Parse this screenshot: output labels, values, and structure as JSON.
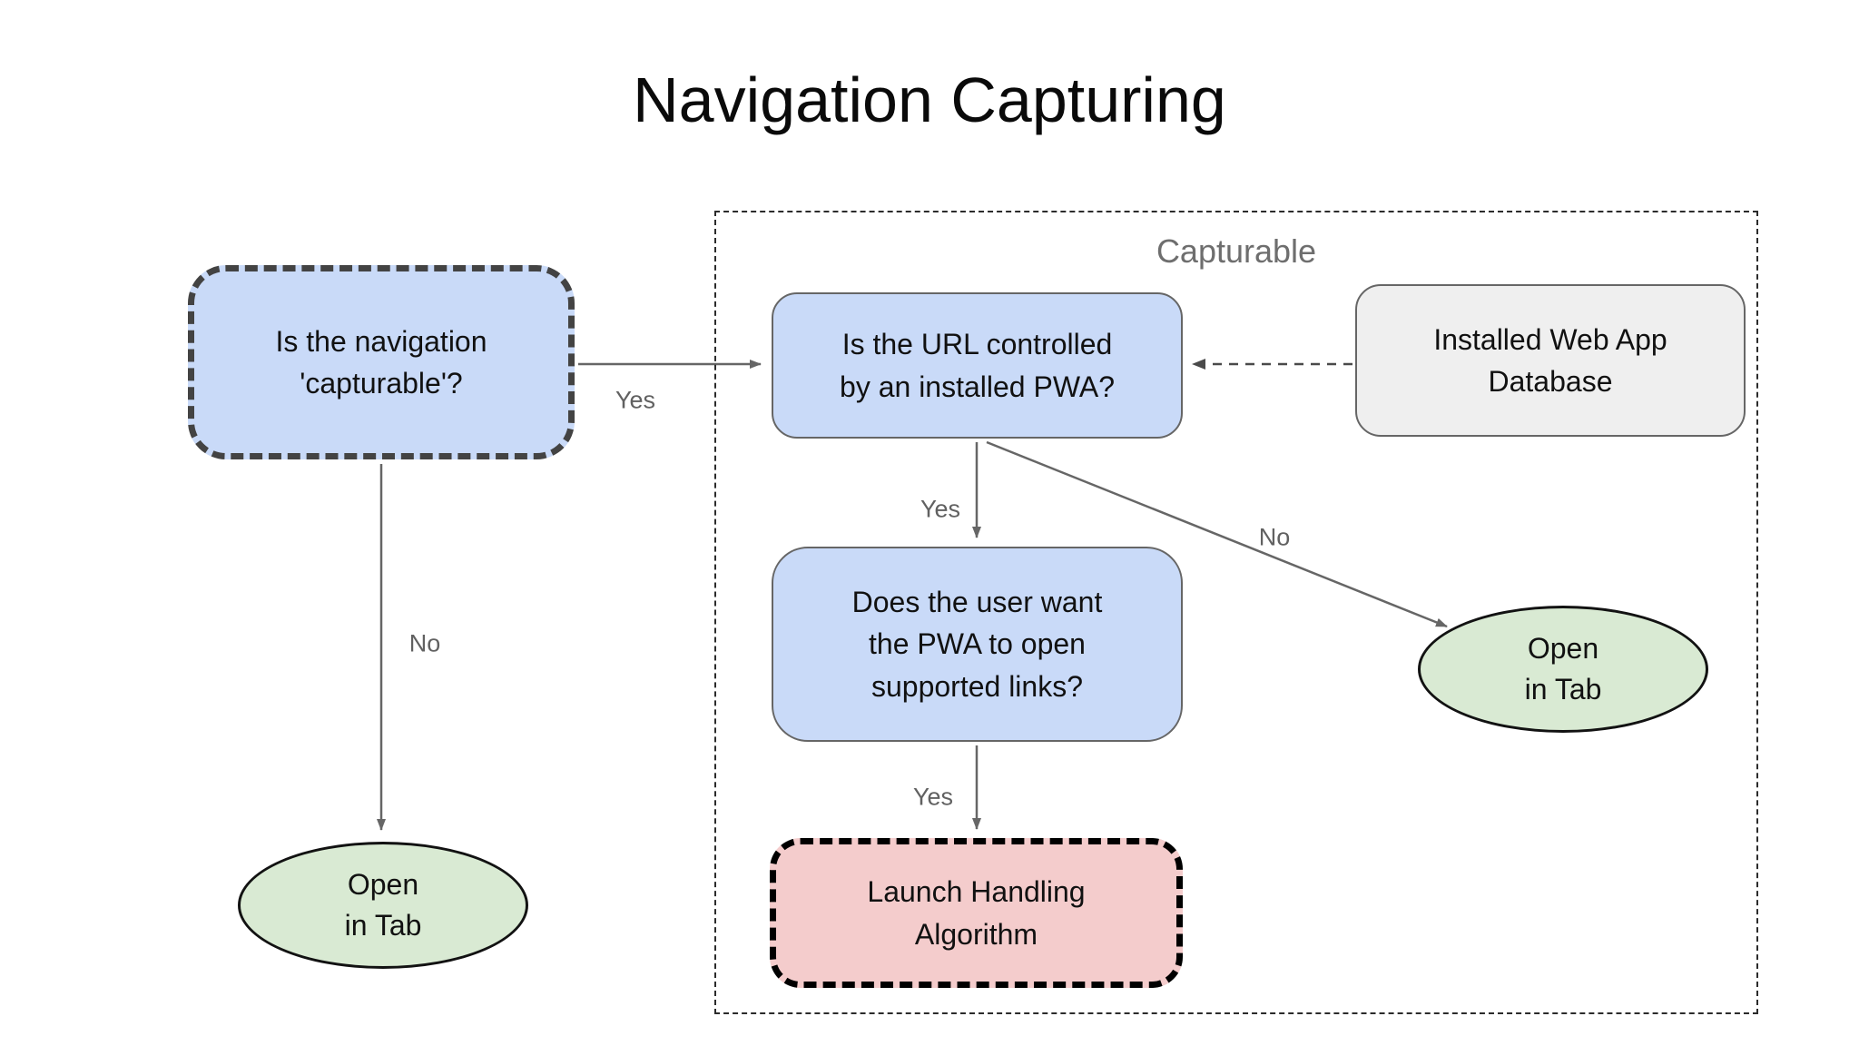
{
  "title": "Navigation Capturing",
  "capturable_group": {
    "label": "Capturable"
  },
  "nodes": {
    "capturable_question": "Is the navigation\n'capturable'?",
    "url_controlled_question": "Is the URL controlled\nby an installed PWA?",
    "installed_web_app_database": "Installed Web App\nDatabase",
    "user_want_question": "Does the user want\nthe PWA to open\nsupported links?",
    "launch_handling": "Launch Handling\nAlgorithm",
    "open_in_tab_left": "Open\nin Tab",
    "open_in_tab_right": "Open\nin Tab"
  },
  "edge_labels": {
    "capturable_yes": "Yes",
    "capturable_no": "No",
    "url_yes": "Yes",
    "url_no": "No",
    "user_want_yes": "Yes"
  },
  "colors": {
    "decision_fill": "#c9daf8",
    "database_fill": "#efefef",
    "terminal_fill": "#d9ead3",
    "action_fill": "#f4cccc",
    "dashed_box_border": "#434343",
    "solid_box_border": "#666666",
    "ellipse_border": "#121212",
    "arrow": "#666666",
    "label_text": "#616161",
    "group_label_text": "#6e6e6e",
    "text": "#111111"
  }
}
